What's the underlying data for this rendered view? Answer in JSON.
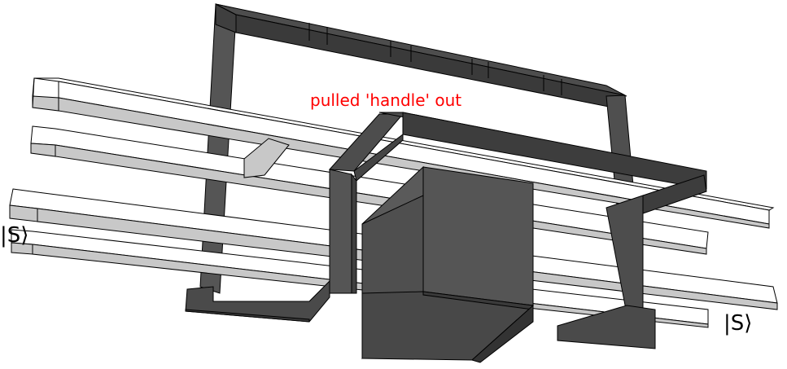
{
  "annotation": {
    "text": "pulled 'handle' out",
    "color": "#ff0000"
  },
  "state_labels": {
    "left": "|S⟩",
    "right": "|S⟩"
  },
  "colors": {
    "light_top": "#ffffff",
    "light_side": "#c8c8c8",
    "dark_top": "#4d4d4d",
    "dark_side": "#5a5a5a",
    "dark_front": "#454545",
    "outline": "#000000"
  }
}
